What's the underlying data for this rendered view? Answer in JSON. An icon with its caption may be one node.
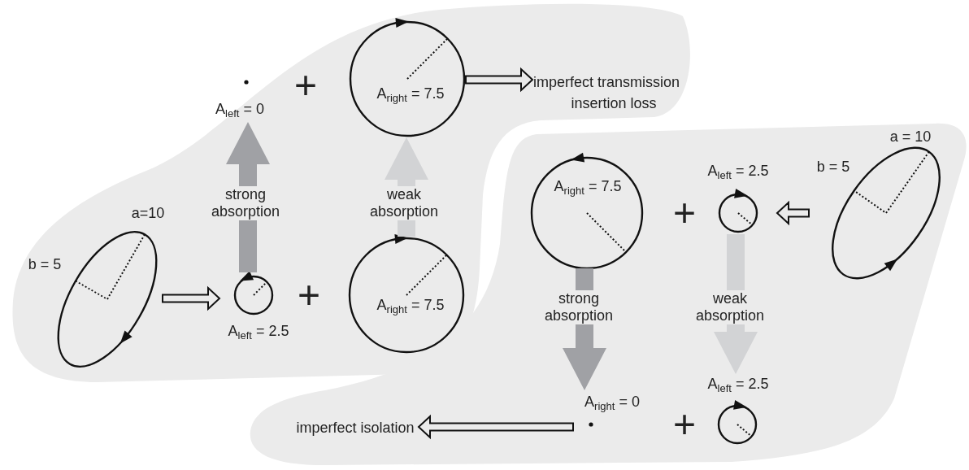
{
  "diagram": {
    "nodes": [
      {
        "text": [],
        "shape": "cloud"
      },
      {
        "text": [],
        "shape": "ellipse",
        "beside": [
          "a=10",
          "b = 5"
        ],
        "in": 0
      },
      {
        "text": [],
        "shape": "circle",
        "beside": [
          "A$_{left}$ = 2.5"
        ],
        "in": 0
      },
      {
        "text": [
          "A$_{right}$ = 7.5"
        ],
        "in": 0
      },
      {
        "text": [],
        "shape": "dot",
        "beside": [
          "A$_{left}$ = 0"
        ],
        "in": 0
      },
      {
        "text": [
          "A$_{right}$ = 7.5"
        ],
        "in": 0
      },
      {
        "text": [
          "imperfect transmission",
          "insertion loss"
        ],
        "in": 0
      },
      {
        "text": [],
        "shape": "cloud"
      },
      {
        "text": [
          "A$_{right}$ = 7.5"
        ],
        "in": 7
      },
      {
        "text": [],
        "shape": "circle",
        "beside": [
          "A$_{left}$ = 2.5"
        ],
        "in": 7
      },
      {
        "text": [],
        "shape": "ellipse",
        "beside": [
          "a = 10",
          "b = 5"
        ],
        "in": 7
      },
      {
        "text": [],
        "shape": "dot",
        "beside": [
          "A$_{right}$ = 0"
        ],
        "in": 7
      },
      {
        "text": [],
        "shape": "circle",
        "beside": [
          "A$_{left}$ = 2.5"
        ],
        "in": 7
      },
      {
        "text": [
          "imperfect isolation"
        ],
        "in": 7
      }
    ],
    "edges": [
      {
        "from": 1,
        "to": 2,
        "arrow": "to"
      },
      {
        "from": 2,
        "to": 4,
        "arrow": "to",
        "label": "strong absorption",
        "style": "thick",
        "color": "#a0a1a5"
      },
      {
        "from": 3,
        "to": 5,
        "arrow": "to",
        "label": "weak absorption",
        "style": "thick",
        "color": "#d2d3d5"
      },
      {
        "from": 5,
        "to": 6,
        "arrow": "to"
      },
      {
        "from": 10,
        "to": 9,
        "arrow": "to"
      },
      {
        "from": 8,
        "to": 11,
        "arrow": "to",
        "label": "strong absorption",
        "style": "thick",
        "color": "#a0a1a5"
      },
      {
        "from": 9,
        "to": 12,
        "arrow": "to",
        "label": "weak absorption",
        "style": "thick",
        "color": "#d2d3d5"
      },
      {
        "from": 11,
        "to": 13,
        "arrow": "to"
      }
    ],
    "labels": [
      "+",
      "+",
      "+",
      "+"
    ]
  }
}
